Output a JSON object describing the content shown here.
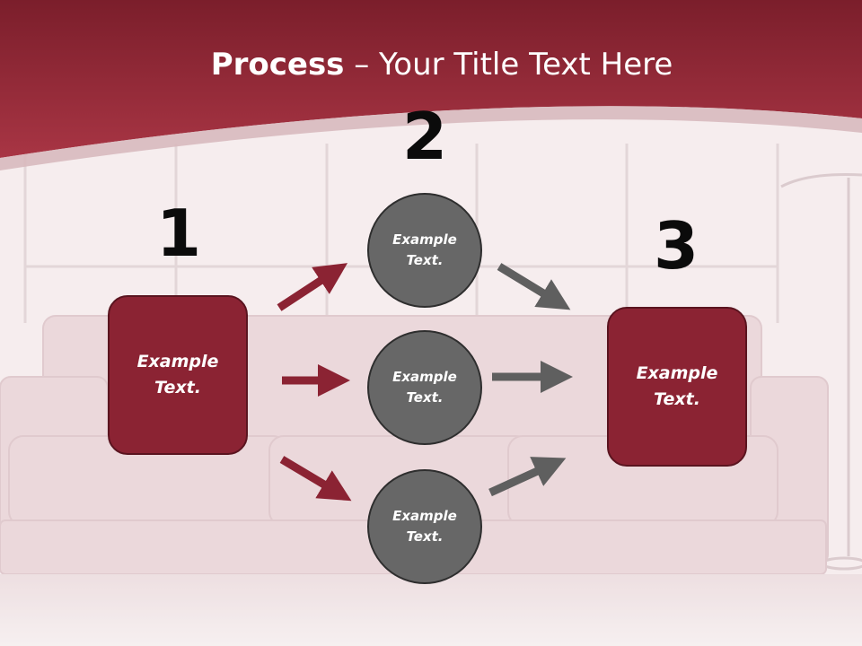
{
  "title": {
    "bold": "Process",
    "rest": " – Your Title Text Here"
  },
  "steps": {
    "one": "1",
    "two": "2",
    "three": "3"
  },
  "nodes": {
    "start_box": "Example Text.",
    "circle_top": "Example Text.",
    "circle_middle": "Example Text.",
    "circle_bottom": "Example Text.",
    "end_box": "Example Text."
  },
  "colors": {
    "header": "#9e2f3d",
    "box_fill": "#8b2333",
    "circle_fill": "#676767",
    "arrow_red": "#8b2333",
    "arrow_gray": "#5f5f5f"
  }
}
